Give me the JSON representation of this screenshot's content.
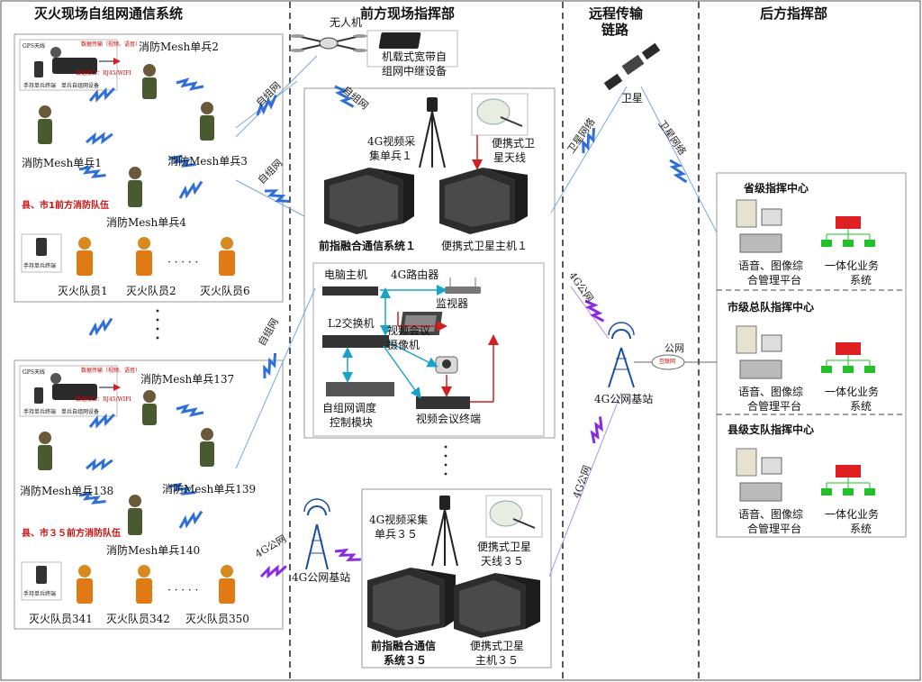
{
  "sections": {
    "left": "灭火现场自组网通信系统",
    "front": "前方现场指挥部",
    "remote_line1": "远程传输",
    "remote_line2": "链路",
    "rear": "后方指挥部"
  },
  "left_top": {
    "gps_label": "GPS天线",
    "data_note1": "数据传输（视频、语音）",
    "data_note2": "数据接口：RJ45/WIFI",
    "handset_label": "手持单兵终端",
    "mesh_device_label": "单兵自组网设备",
    "soldiers": [
      "消防Mesh单兵2",
      "消防Mesh单兵1",
      "消防Mesh单兵3",
      "消防Mesh单兵4"
    ],
    "team_label": "县、市1前方消防队伍",
    "handset2_label": "手持单兵终端",
    "firefighters": [
      "灭火队员1",
      "灭火队员2",
      "灭火队员6"
    ],
    "dots": "· · · · ·"
  },
  "left_bottom": {
    "gps_label": "GPS天线",
    "data_note1": "数据传输（视频、语音）",
    "data_note2": "数据接口：RJ45/WIFI",
    "handset_label": "手持单兵终端",
    "mesh_device_label": "单兵自组网设备",
    "soldiers": [
      "消防Mesh单兵137",
      "消防Mesh单兵138",
      "消防Mesh单兵139",
      "消防Mesh单兵140"
    ],
    "team_label": "县、市３５前方消防队伍",
    "handset2_label": "手持单兵终端",
    "firefighters": [
      "灭火队员341",
      "灭火队员342",
      "灭火队员350"
    ],
    "dots": "· · · · ·"
  },
  "front": {
    "uav": "无人机",
    "relay_line1": "机载式宽带自",
    "relay_line2": "组网中继设备",
    "video1_line1": "4G视频采",
    "video1_line2": "集单兵１",
    "sat_ant1_line1": "便携式卫",
    "sat_ant1_line2": "星天线",
    "fusion1": "前指融合通信系统１",
    "sat_host1": "便携式卫星主机１",
    "pc_host": "电脑主机",
    "router": "4G路由器",
    "monitor": "监视器",
    "l2switch": "L2交换机",
    "vc_camera_line1": "视频会议",
    "vc_camera_line2": "摄像机",
    "mesh_ctrl_line1": "自组网调度",
    "mesh_ctrl_line2": "控制模块",
    "vc_terminal": "视频会议终端",
    "video35_line1": "4G视频采集",
    "video35_line2": "单兵３５",
    "sat_ant35_line1": "便携式卫星",
    "sat_ant35_line2": "天线３５",
    "base_station": "4G公网基站",
    "fusion35_line1": "前指融合通信",
    "fusion35_line2": "系统３５",
    "sat_host35_line1": "便携式卫星",
    "sat_host35_line2": "主机３５"
  },
  "links": {
    "mesh1": "自组网",
    "mesh2": "自组网",
    "mesh3": "自组网",
    "mesh4": "自组网",
    "g4_left": "4G公网",
    "sat_net1": "卫星网络",
    "sat_net2": "卫星网络",
    "g4_mid": "4G公网",
    "g4_low": "4G公网",
    "public_net": "公网",
    "internet": "互联网"
  },
  "remote": {
    "satellite": "卫星",
    "base_station": "4G公网基站"
  },
  "rear": {
    "centers": [
      {
        "title": "省级指挥中心",
        "platform_line1": "语音、图像综",
        "platform_line2": "合管理平台",
        "biz_line1": "一体化业务",
        "biz_line2": "系统"
      },
      {
        "title": "市级总队指挥中心",
        "platform_line1": "语音、图像综",
        "platform_line2": "合管理平台",
        "biz_line1": "一体化业务",
        "biz_line2": "系统"
      },
      {
        "title": "县级支队指挥中心",
        "platform_line1": "语音、图像综",
        "platform_line2": "合管理平台",
        "biz_line1": "一体化业务",
        "biz_line2": "系统"
      }
    ]
  },
  "colors": {
    "wave_blue": "#2f6fd6",
    "wave_purple": "#8a2be2",
    "arrow_red": "#d21f1f",
    "arrow_teal": "#1aa3c8",
    "title_red": "#d01010",
    "biz_red": "#e02020",
    "biz_green": "#22c02a"
  }
}
